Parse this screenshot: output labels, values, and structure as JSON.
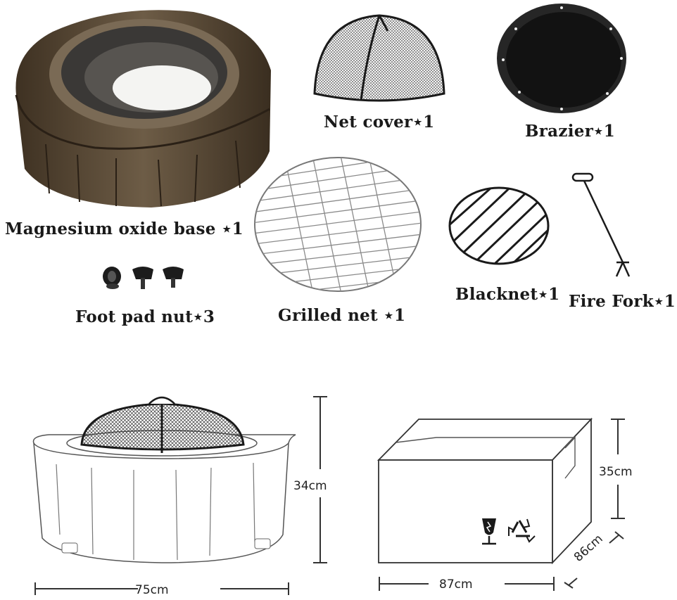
{
  "parts": {
    "base": "Magnesium oxide base ⋆1",
    "net_cover": "Net cover⋆1",
    "brazier": "Brazier⋆1",
    "grilled_net": "Grilled net ⋆1",
    "blacknet": "Blacknet⋆1",
    "fire_fork": "Fire Fork⋆1",
    "foot_pad": "Foot pad nut⋆3"
  },
  "dimensions": {
    "product_height": "34cm",
    "product_width": "75cm",
    "box_height": "35cm",
    "box_width": "87cm",
    "box_depth": "86cm"
  },
  "colors": {
    "wood_dark": "#4a3a2a",
    "wood_light": "#8a7a62",
    "metal_black": "#1c1c1c",
    "line": "#333333"
  }
}
